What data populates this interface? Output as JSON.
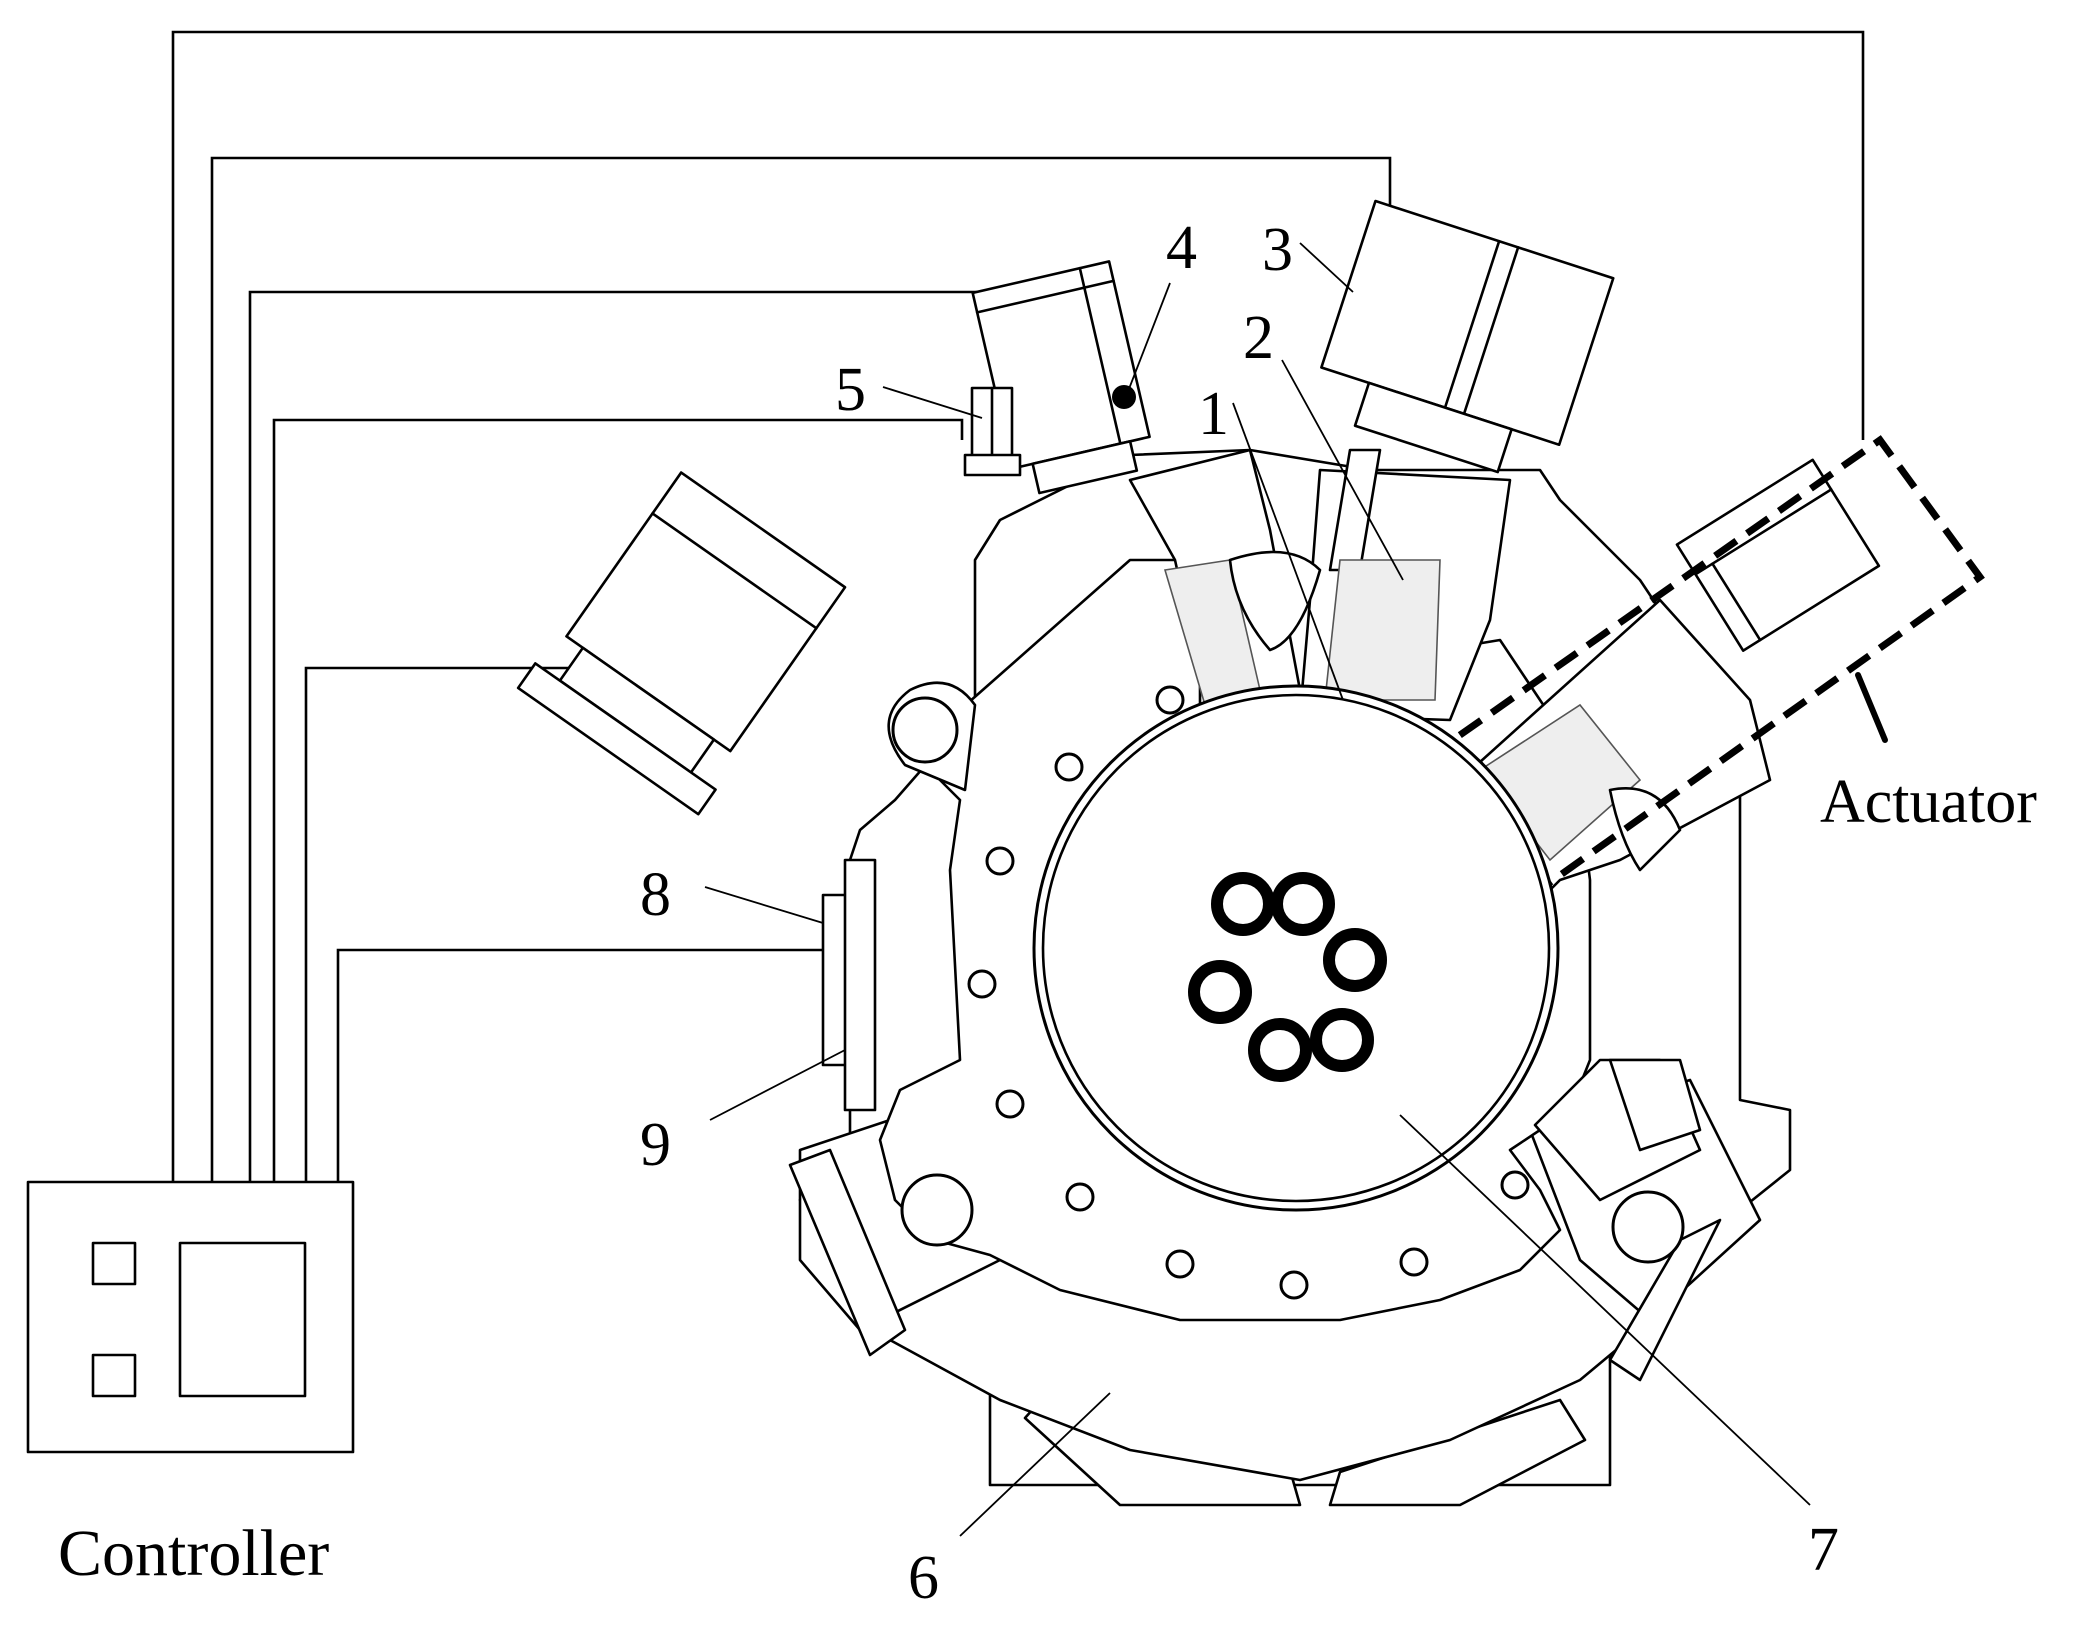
{
  "labels": {
    "l1": "1",
    "l2": "2",
    "l3": "3",
    "l4": "4",
    "l5": "5",
    "l6": "6",
    "l7": "7",
    "l8": "8",
    "l9": "9",
    "actuator": "Actuator",
    "controller": "Controller"
  },
  "colors": {
    "stroke": "#000000",
    "background": "#ffffff"
  }
}
